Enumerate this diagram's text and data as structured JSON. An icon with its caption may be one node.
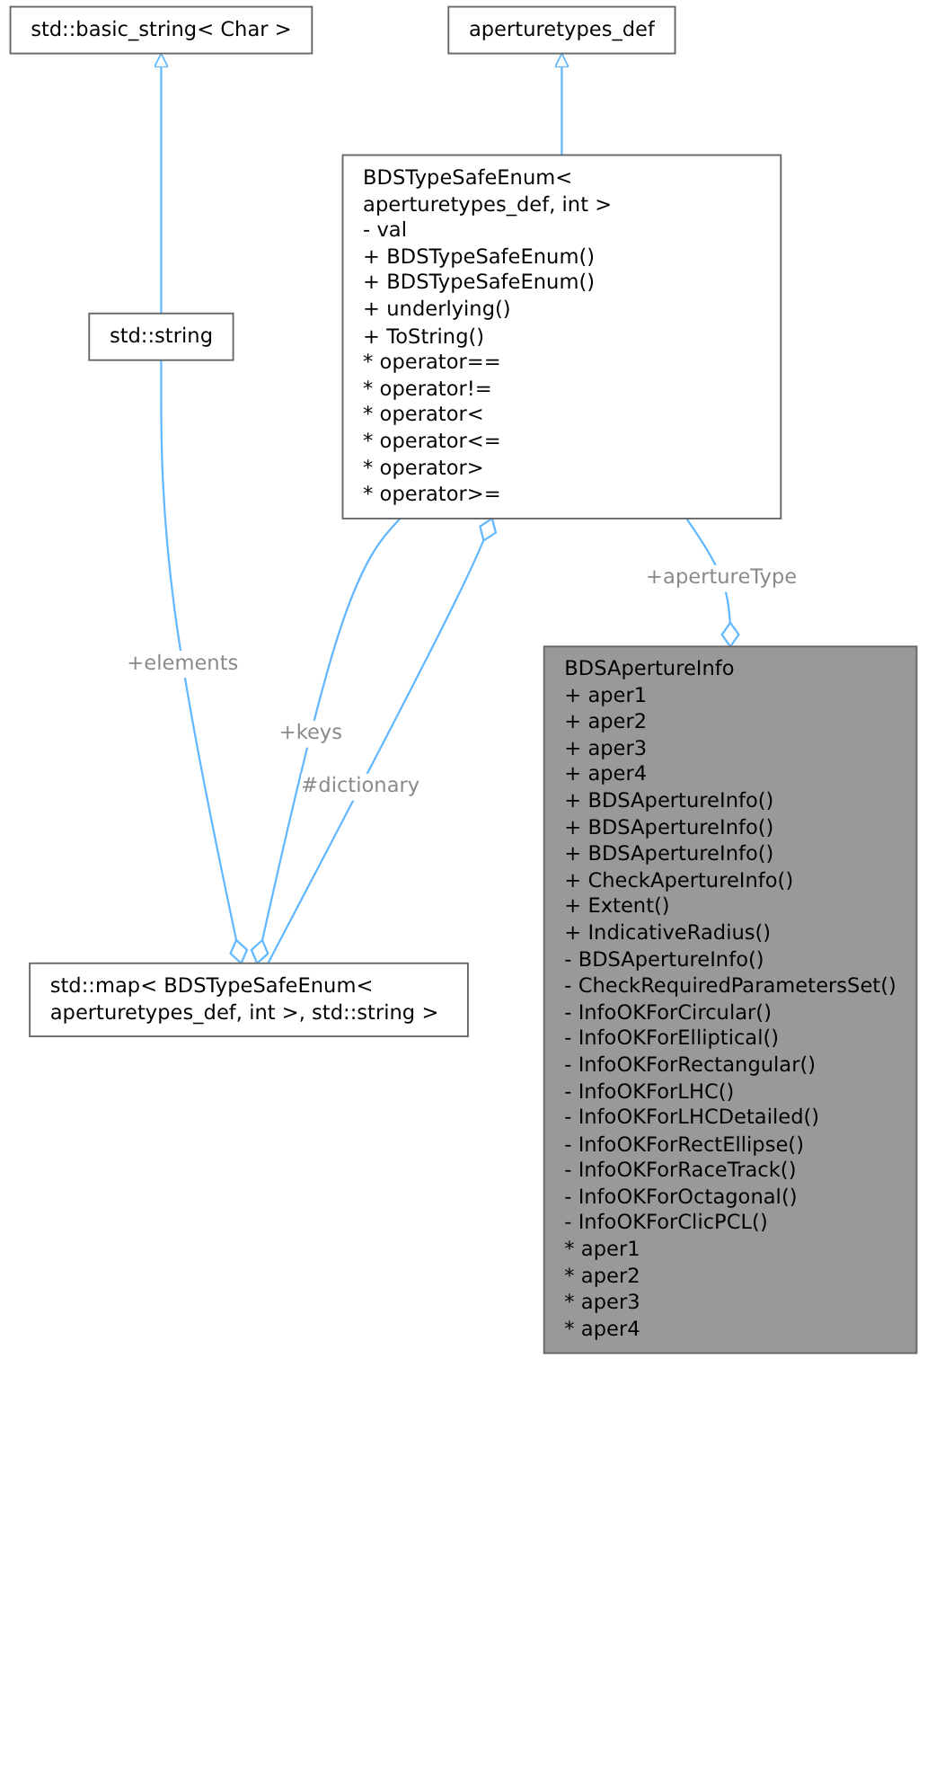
{
  "diagram": {
    "nodes": [
      {
        "text": [
          "std::basic_string< Char >"
        ]
      },
      {
        "text": [
          "aperturetypes_def"
        ]
      },
      {
        "text": [
          "BDSTypeSafeEnum< aperturetypes_def, int >",
          "- val",
          "+ BDSTypeSafeEnum()",
          "+ BDSTypeSafeEnum()",
          "+ underlying()",
          "+ ToString()",
          "* operator==",
          "* operator!=",
          "* operator<",
          "* operator<=",
          "* operator>",
          "* operator>="
        ]
      },
      {
        "text": [
          "std::string"
        ]
      },
      {
        "text": [
          "BDSApertureInfo",
          "+ aper1",
          "+ aper2",
          "+ aper3",
          "+ aper4",
          "+ BDSApertureInfo()",
          "+ BDSApertureInfo()",
          "+ BDSApertureInfo()",
          "+ CheckApertureInfo()",
          "+ Extent()",
          "+ IndicativeRadius()",
          "- BDSApertureInfo()",
          "- CheckRequiredParametersSet()",
          "- InfoOKForCircular()",
          "- InfoOKForElliptical()",
          "- InfoOKForRectangular()",
          "- InfoOKForLHC()",
          "- InfoOKForLHCDetailed()",
          "- InfoOKForRectEllipse()",
          "- InfoOKForRaceTrack()",
          "- InfoOKForOctagonal()",
          "- InfoOKForClicPCL()",
          "* aper1",
          "* aper2",
          "* aper3",
          "* aper4"
        ]
      },
      {
        "text": [
          "std::map< BDSTypeSafeEnum< aperturetypes_def, int >, std::string >"
        ]
      }
    ],
    "edges": [
      {
        "from": 3,
        "to": 0,
        "arrow": "to"
      },
      {
        "from": 2,
        "to": 1,
        "arrow": "to"
      },
      {
        "from": 5,
        "to": 3,
        "arrow": "other",
        "label": "+elements"
      },
      {
        "from": 5,
        "to": 2,
        "arrow": "other",
        "label": "+keys"
      },
      {
        "from": 2,
        "to": 5,
        "arrow": "other",
        "label": "#dictionary"
      },
      {
        "from": 4,
        "to": 2,
        "arrow": "other",
        "label": "+apertureType"
      }
    ]
  }
}
